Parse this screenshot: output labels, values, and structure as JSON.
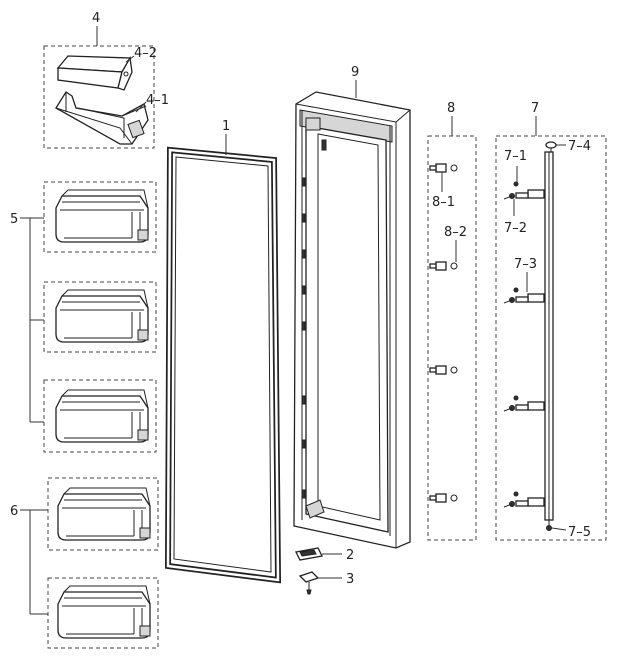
{
  "labels": {
    "l4": "4",
    "l4_2": "4–2",
    "l4_1": "4–1",
    "l5": "5",
    "l6": "6",
    "l1": "1",
    "l9": "9",
    "l2": "2",
    "l3": "3",
    "l8": "8",
    "l8_1": "8–1",
    "l8_2": "8–2",
    "l7": "7",
    "l7_1": "7–1",
    "l7_2": "7–2",
    "l7_3": "7–3",
    "l7_4": "7–4",
    "l7_5": "7–5"
  }
}
